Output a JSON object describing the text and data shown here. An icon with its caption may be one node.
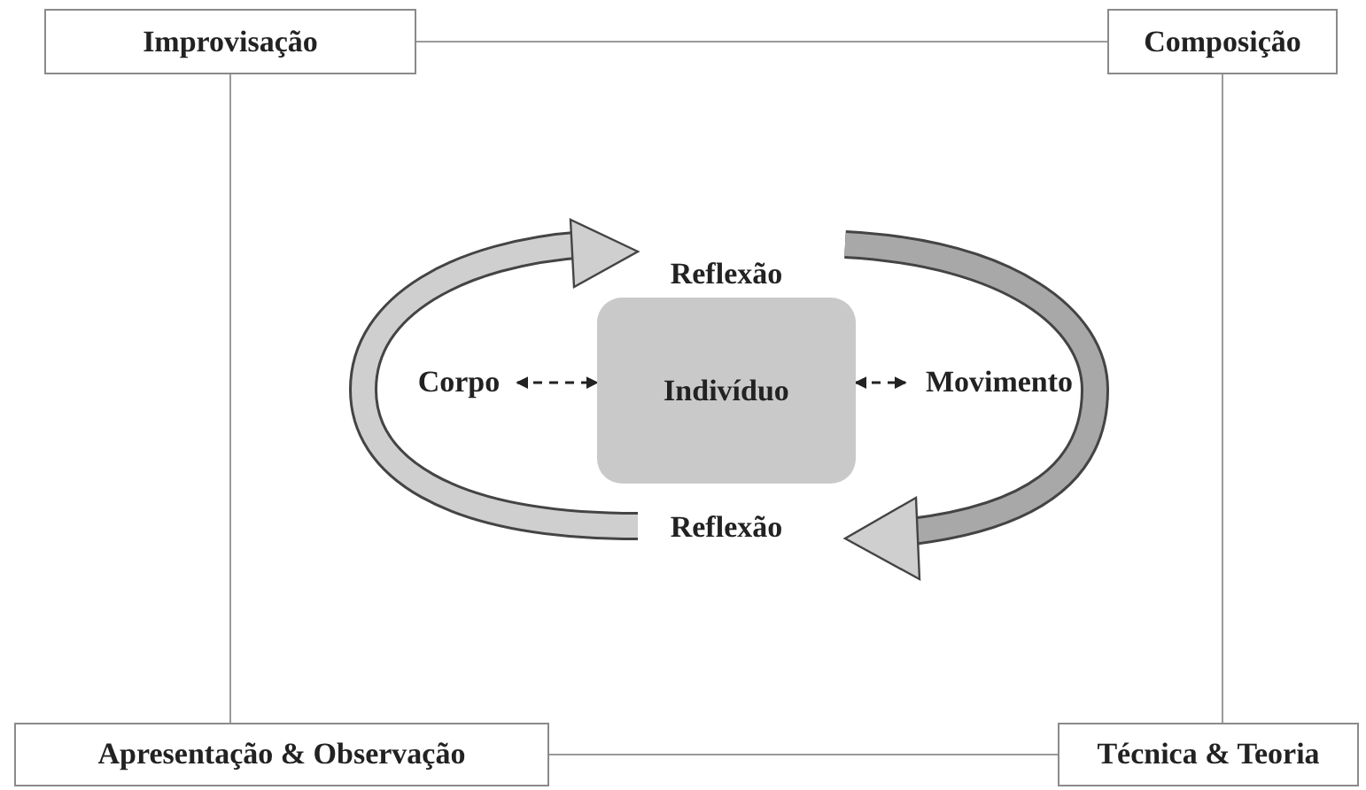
{
  "diagram": {
    "nodes": [
      {
        "text": [
          "Improvisação"
        ]
      },
      {
        "text": [
          "Composição"
        ]
      },
      {
        "text": [
          "Apresentação & Observação"
        ]
      },
      {
        "text": [
          "Técnica & Teoria"
        ]
      },
      {
        "text": [
          "Indivíduo"
        ]
      },
      {
        "text": [
          "Corpo"
        ]
      },
      {
        "text": [
          "Movimento"
        ]
      }
    ],
    "edges": [
      {
        "from": 0,
        "to": 1,
        "arrow": "none"
      },
      {
        "from": 0,
        "to": 2,
        "arrow": "none"
      },
      {
        "from": 1,
        "to": 3,
        "arrow": "none"
      },
      {
        "from": 2,
        "to": 3,
        "arrow": "none"
      },
      {
        "from": 5,
        "to": 4,
        "arrow": "both",
        "style": "dashed",
        "color": "#222222"
      },
      {
        "from": 4,
        "to": 6,
        "arrow": "both",
        "style": "dashed",
        "color": "#222222"
      }
    ],
    "labels": [
      "Reflexão",
      "Reflexão"
    ]
  }
}
